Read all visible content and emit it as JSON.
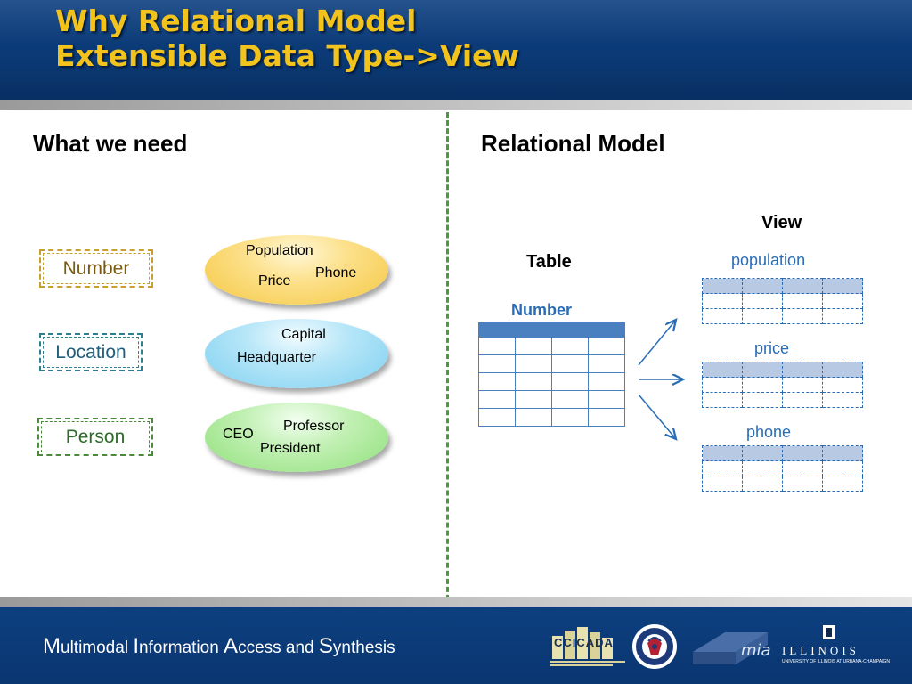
{
  "title": {
    "line1": "Why Relational Model",
    "line2": "Extensible Data Type->View"
  },
  "left": {
    "heading": "What we need",
    "types": [
      {
        "label": "Number",
        "color": "#c8a030",
        "text_color": "#7a5a10"
      },
      {
        "label": "Location",
        "color": "#2e8090",
        "text_color": "#1f5f7a"
      },
      {
        "label": "Person",
        "color": "#4a8a3a",
        "text_color": "#2e6a2a"
      }
    ],
    "groups": [
      {
        "words": [
          "Population",
          "Phone",
          "Price"
        ],
        "color": "#f5c842"
      },
      {
        "words": [
          "Capital",
          "Headquarter"
        ],
        "color": "#7fd0f0"
      },
      {
        "words": [
          "Professor",
          "CEO",
          "President"
        ],
        "color": "#8fe07a"
      }
    ]
  },
  "right": {
    "heading": "Relational Model",
    "table_label": "Table",
    "table_name": "Number",
    "view_label": "View",
    "views": [
      "population",
      "price",
      "phone"
    ],
    "accent_color": "#2a6db5",
    "header_fill": "#4a7fc0",
    "view_header_fill": "#b8c9e3"
  },
  "footer": {
    "title_parts": [
      {
        "cap": "M",
        "rest": "ultimodal "
      },
      {
        "cap": "I",
        "rest": "nformation "
      },
      {
        "cap": "A",
        "rest": "ccess and "
      },
      {
        "cap": "S",
        "rest": "ynthesis"
      }
    ],
    "logos": [
      "ccicada-logo",
      "dhs-seal",
      "mias-logo",
      "illinois-logo"
    ],
    "ccicada_text": "CCICADA",
    "illinois_text": "ILLINOIS",
    "illinois_sub": "UNIVERSITY OF ILLINOIS AT URBANA-CHAMPAIGN"
  },
  "colors": {
    "header_blue": "#0b3a76",
    "title_gold": "#f2c31c",
    "divider_green": "#4a9b3a"
  }
}
